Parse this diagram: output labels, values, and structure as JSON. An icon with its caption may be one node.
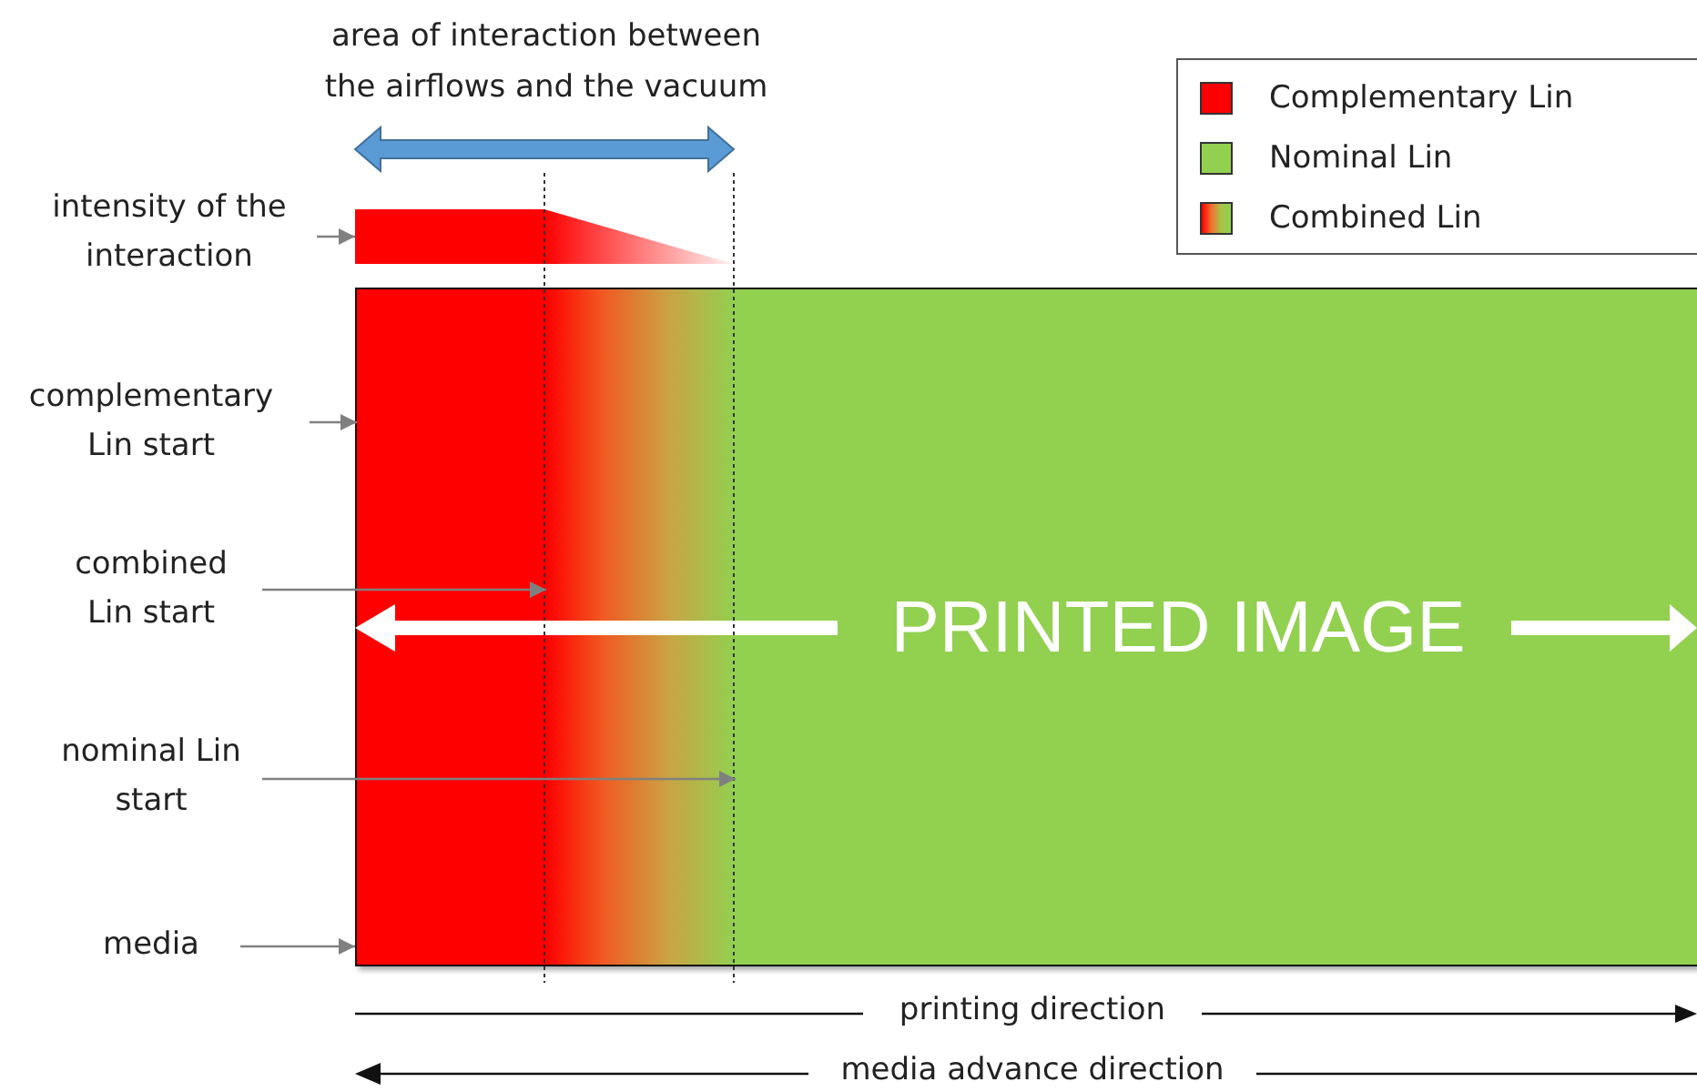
{
  "diagram": {
    "nodes": [
      {
        "text": [
          "intensity of the interaction"
        ]
      },
      {
        "text": [],
        "shape": "bar"
      },
      {
        "text": [
          "complementary Lin start"
        ]
      },
      {
        "text": [],
        "shape": "box"
      },
      {
        "text": [],
        "shape": "box",
        "in": 3
      },
      {
        "text": [],
        "shape": "box",
        "in": 3
      },
      {
        "text": [
          "PRINTED IMAGE"
        ],
        "in": 3
      },
      {
        "text": [
          "combined Lin start"
        ]
      },
      {
        "text": [
          "nominal Lin start"
        ]
      },
      {
        "text": [
          "media"
        ]
      }
    ],
    "edges": [
      {
        "from": 0,
        "to": 1,
        "arrow": "to"
      },
      {
        "from": 2,
        "to": 4,
        "arrow": "to"
      },
      {
        "from": 7,
        "to": 5,
        "arrow": "to"
      },
      {
        "from": 8,
        "to": 6,
        "arrow": "to"
      },
      {
        "from": 9,
        "to": 3,
        "arrow": "to"
      }
    ],
    "labels": [
      "area of interaction between the airflows and the vacuum",
      "printing direction",
      "media advance direction"
    ],
    "legend": [
      {
        "text": "Complementary Lin",
        "color": "#ff0000"
      },
      {
        "text": "Nominal Lin",
        "color": "#92d050"
      },
      {
        "text": "Combined Lin"
      }
    ]
  }
}
